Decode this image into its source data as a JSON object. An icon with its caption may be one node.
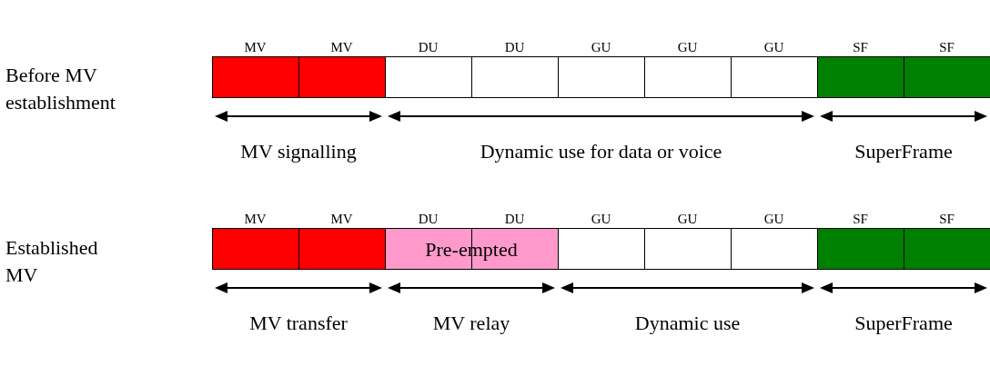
{
  "diagram": {
    "nodes": [
      {
        "text": [
          "MV"
        ]
      },
      {
        "text": [
          "MV"
        ]
      },
      {
        "text": [
          "DU"
        ]
      },
      {
        "text": [
          "DU"
        ]
      },
      {
        "text": [
          "GU"
        ]
      },
      {
        "text": [
          "GU"
        ]
      },
      {
        "text": [
          "GU"
        ]
      },
      {
        "text": [
          "SF"
        ]
      },
      {
        "text": [
          "SF"
        ]
      },
      {
        "text": [
          "MV"
        ]
      },
      {
        "text": [
          "MV"
        ]
      },
      {
        "text": [
          "DU"
        ]
      },
      {
        "text": [
          "DU"
        ]
      },
      {
        "text": [
          "GU"
        ]
      },
      {
        "text": [
          "GU"
        ]
      },
      {
        "text": [
          "GU"
        ]
      },
      {
        "text": [
          "SF"
        ]
      },
      {
        "text": [
          "SF"
        ]
      }
    ],
    "edges": [],
    "labels": [
      "Before MV establishment",
      "MV signalling",
      "Dynamic use for data or voice",
      "SuperFrame",
      "Established MV",
      "Pre-empted",
      "MV transfer",
      "MV relay",
      "Dynamic use",
      "SuperFrame"
    ]
  }
}
